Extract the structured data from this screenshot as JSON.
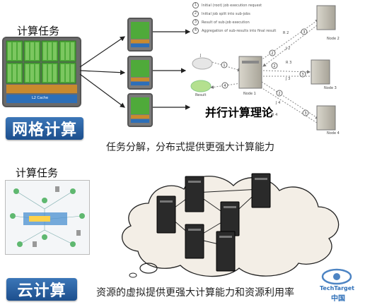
{
  "grid": {
    "task_label": "计算任务",
    "cache_label": "L2 Cache",
    "badge": "网格计算",
    "theory_label": "并行计算理论",
    "caption": "任务分解，分布式提供更强大计算能力",
    "legend": [
      {
        "num": "1",
        "text": "Initial (root) job execution request"
      },
      {
        "num": "2",
        "text": "Initial job split into sub-jobs"
      },
      {
        "num": "3",
        "text": "Result of sub-job execution"
      },
      {
        "num": "4",
        "text": "Aggregation of sub-results into final result"
      }
    ],
    "nodes": {
      "node1": "Node 1",
      "node2": "Node 2",
      "node3": "Node 3",
      "node4": "Node 4"
    },
    "labels": {
      "job_root": "J",
      "result": "Result",
      "j2": "J 2",
      "j3": "J 3",
      "j4": "J 4",
      "r2": "R 2",
      "r3": "R 3",
      "r4": "R 4"
    }
  },
  "cloud": {
    "task_label": "计算任务",
    "badge": "云计算",
    "caption": "资源的虚拟提供更强大计算能力和资源利用率"
  },
  "watermark": {
    "line1": "TechTarget",
    "line2": "中国"
  }
}
